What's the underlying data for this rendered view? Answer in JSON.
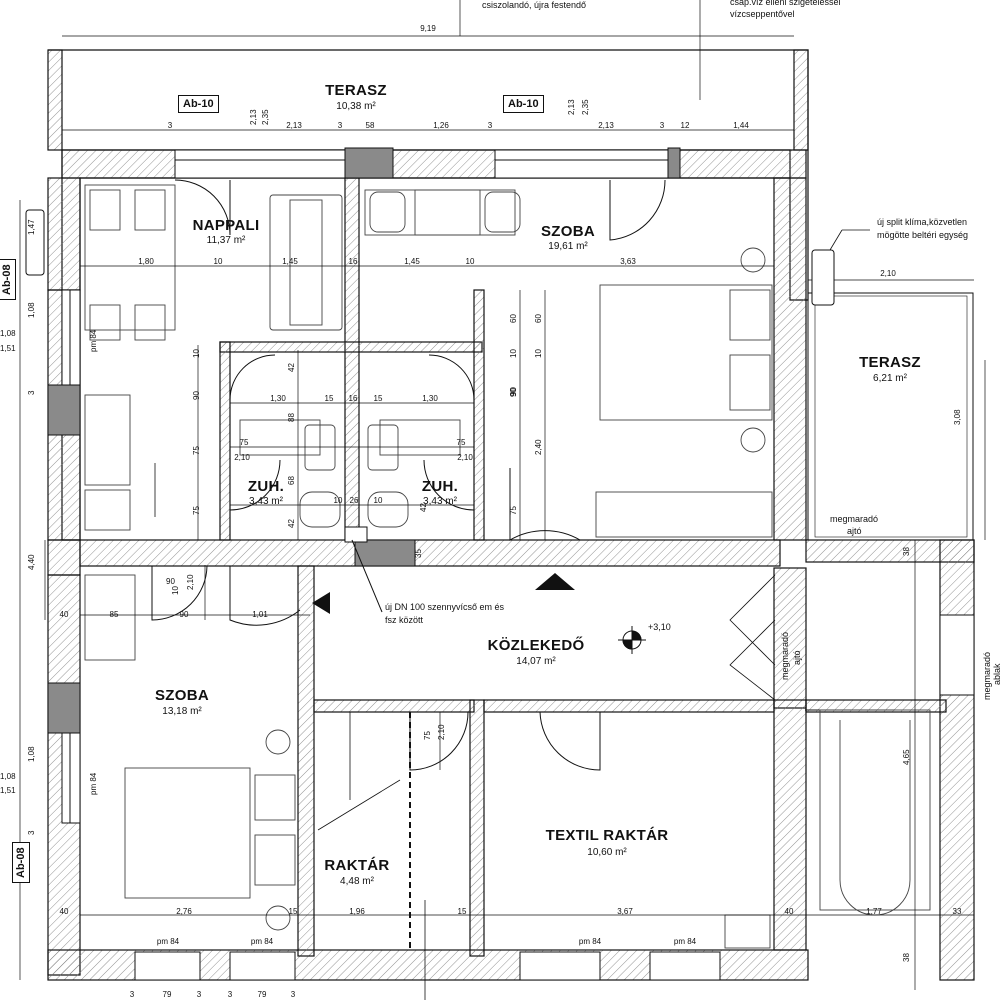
{
  "rooms": {
    "terasz_top": {
      "name": "TERASZ",
      "area": "10,38 m²"
    },
    "nappali": {
      "name": "NAPPALI",
      "area": "11,37 m²"
    },
    "szoba_top": {
      "name": "SZOBA",
      "area": "19,61 m²"
    },
    "terasz_right": {
      "name": "TERASZ",
      "area": "6,21 m²"
    },
    "zuh_left": {
      "name": "ZUH.",
      "area": "3,43 m²"
    },
    "zuh_right": {
      "name": "ZUH.",
      "area": "3,43 m²"
    },
    "kozlekedo": {
      "name": "KÖZLEKEDŐ",
      "area": "14,07 m²"
    },
    "szoba_bottom": {
      "name": "SZOBA",
      "area": "13,18 m²"
    },
    "raktar": {
      "name": "RAKTÁR",
      "area": "4,48 m²"
    },
    "textil": {
      "name": "TEXTIL RAKTÁR",
      "area": "10,60 m²"
    }
  },
  "tags": {
    "ab10_left": "Ab-10",
    "ab10_right": "Ab-10",
    "ab08_top": "Ab-08",
    "ab08_bottom": "Ab-08"
  },
  "notes": {
    "top_left": "csiszolandó, újra festendő",
    "top_right_1": "csap.víz elleni szigeteléssel",
    "top_right_2": "vízcseppentővel",
    "klima_1": "új split klíma,közvetlen",
    "klima_2": "mögötte beltéri egység",
    "pipe_1": "új DN 100 szennyvícső em és",
    "pipe_2": "fsz között",
    "door_1": "megmaradó",
    "door_2": "ajtó",
    "door_v_1": "megmaradó",
    "door_v_2": "ajtó",
    "window_v_1": "megmaradó",
    "window_v_2": "ablak",
    "level": "+3,10"
  },
  "pm": {
    "nappali": "pm 84",
    "szoba": "pm 84",
    "bl": "pm 84",
    "bl2": "pm 84",
    "b3": "pm 84",
    "b4": "pm 84"
  },
  "dims": {
    "overall": "9,19",
    "r1": [
      "3",
      "2,13",
      "3",
      "58",
      "1,26",
      "3",
      "2,13",
      "3",
      "12",
      "1,44"
    ],
    "r1_v": [
      "2,13",
      "2,35",
      "2,13",
      "2,35"
    ],
    "r2": [
      "1,80",
      "10",
      "1,45",
      "16",
      "1,45",
      "10",
      "3,63"
    ],
    "r2_right": "2,10",
    "r3": [
      "1,30",
      "15",
      "16",
      "15",
      "1,30"
    ],
    "r4": [
      "75",
      "2,10",
      "75",
      "2,10"
    ],
    "r5": [
      "10",
      "26",
      "10"
    ],
    "r6": [
      "40",
      "85",
      "90",
      "1,01"
    ],
    "r7": [
      "40",
      "2,76",
      "15",
      "1,96",
      "15",
      "3,67",
      "40",
      "1,77",
      "33"
    ],
    "r8": [
      "3",
      "79",
      "3",
      "3",
      "79",
      "3"
    ],
    "v_left": [
      "1,47",
      "1,08",
      "1,51",
      "3",
      "4,40",
      "1,08",
      "1,51",
      "3"
    ],
    "v_mid": [
      "10",
      "90",
      "75",
      "75",
      "42",
      "88",
      "68",
      "42",
      "35",
      "42",
      "10",
      "90",
      "10",
      "60",
      "60",
      "90",
      "2,40",
      "75",
      "10",
      "90",
      "2,10",
      "75",
      "2,10"
    ],
    "v_right": [
      "3,08",
      "38",
      "4,65",
      "38"
    ]
  }
}
